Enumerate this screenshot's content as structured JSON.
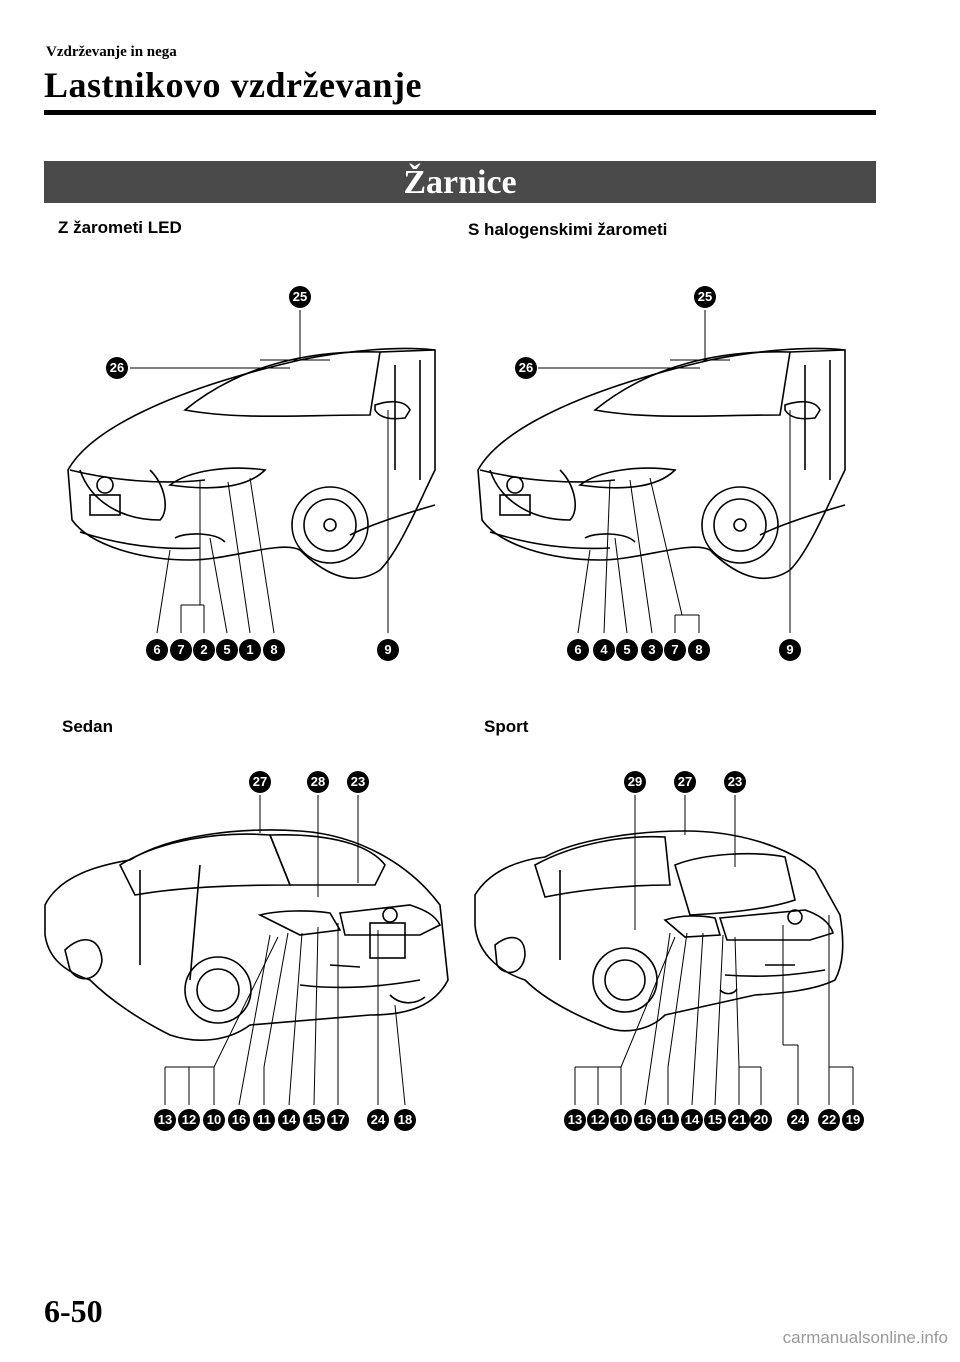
{
  "header": {
    "breadcrumb": "Vzdrževanje in nega",
    "chapter_title": "Lastnikovo vzdrževanje"
  },
  "section": {
    "title": "Žarnice"
  },
  "figures": {
    "front_led": {
      "caption": "Z žarometi LED",
      "top_callouts": [
        "25",
        "26"
      ],
      "bottom_callouts": [
        "6",
        "7",
        "2",
        "5",
        "1",
        "8",
        "9"
      ]
    },
    "front_halogen": {
      "caption": "S halogenskimi žarometi",
      "top_callouts": [
        "25",
        "26"
      ],
      "bottom_callouts": [
        "6",
        "4",
        "5",
        "3",
        "7",
        "8",
        "9"
      ]
    },
    "rear_sedan": {
      "caption": "Sedan",
      "top_callouts": [
        "27",
        "28",
        "23"
      ],
      "bottom_callouts": [
        "13",
        "12",
        "10",
        "16",
        "11",
        "14",
        "15",
        "17",
        "24",
        "18"
      ]
    },
    "rear_sport": {
      "caption": "Sport",
      "top_callouts": [
        "29",
        "27",
        "23"
      ],
      "bottom_callouts": [
        "13",
        "12",
        "10",
        "16",
        "11",
        "14",
        "15",
        "21",
        "20",
        "24",
        "22",
        "19"
      ]
    }
  },
  "footer": {
    "page_number": "6-50",
    "watermark": "carmanualsonline.info"
  }
}
